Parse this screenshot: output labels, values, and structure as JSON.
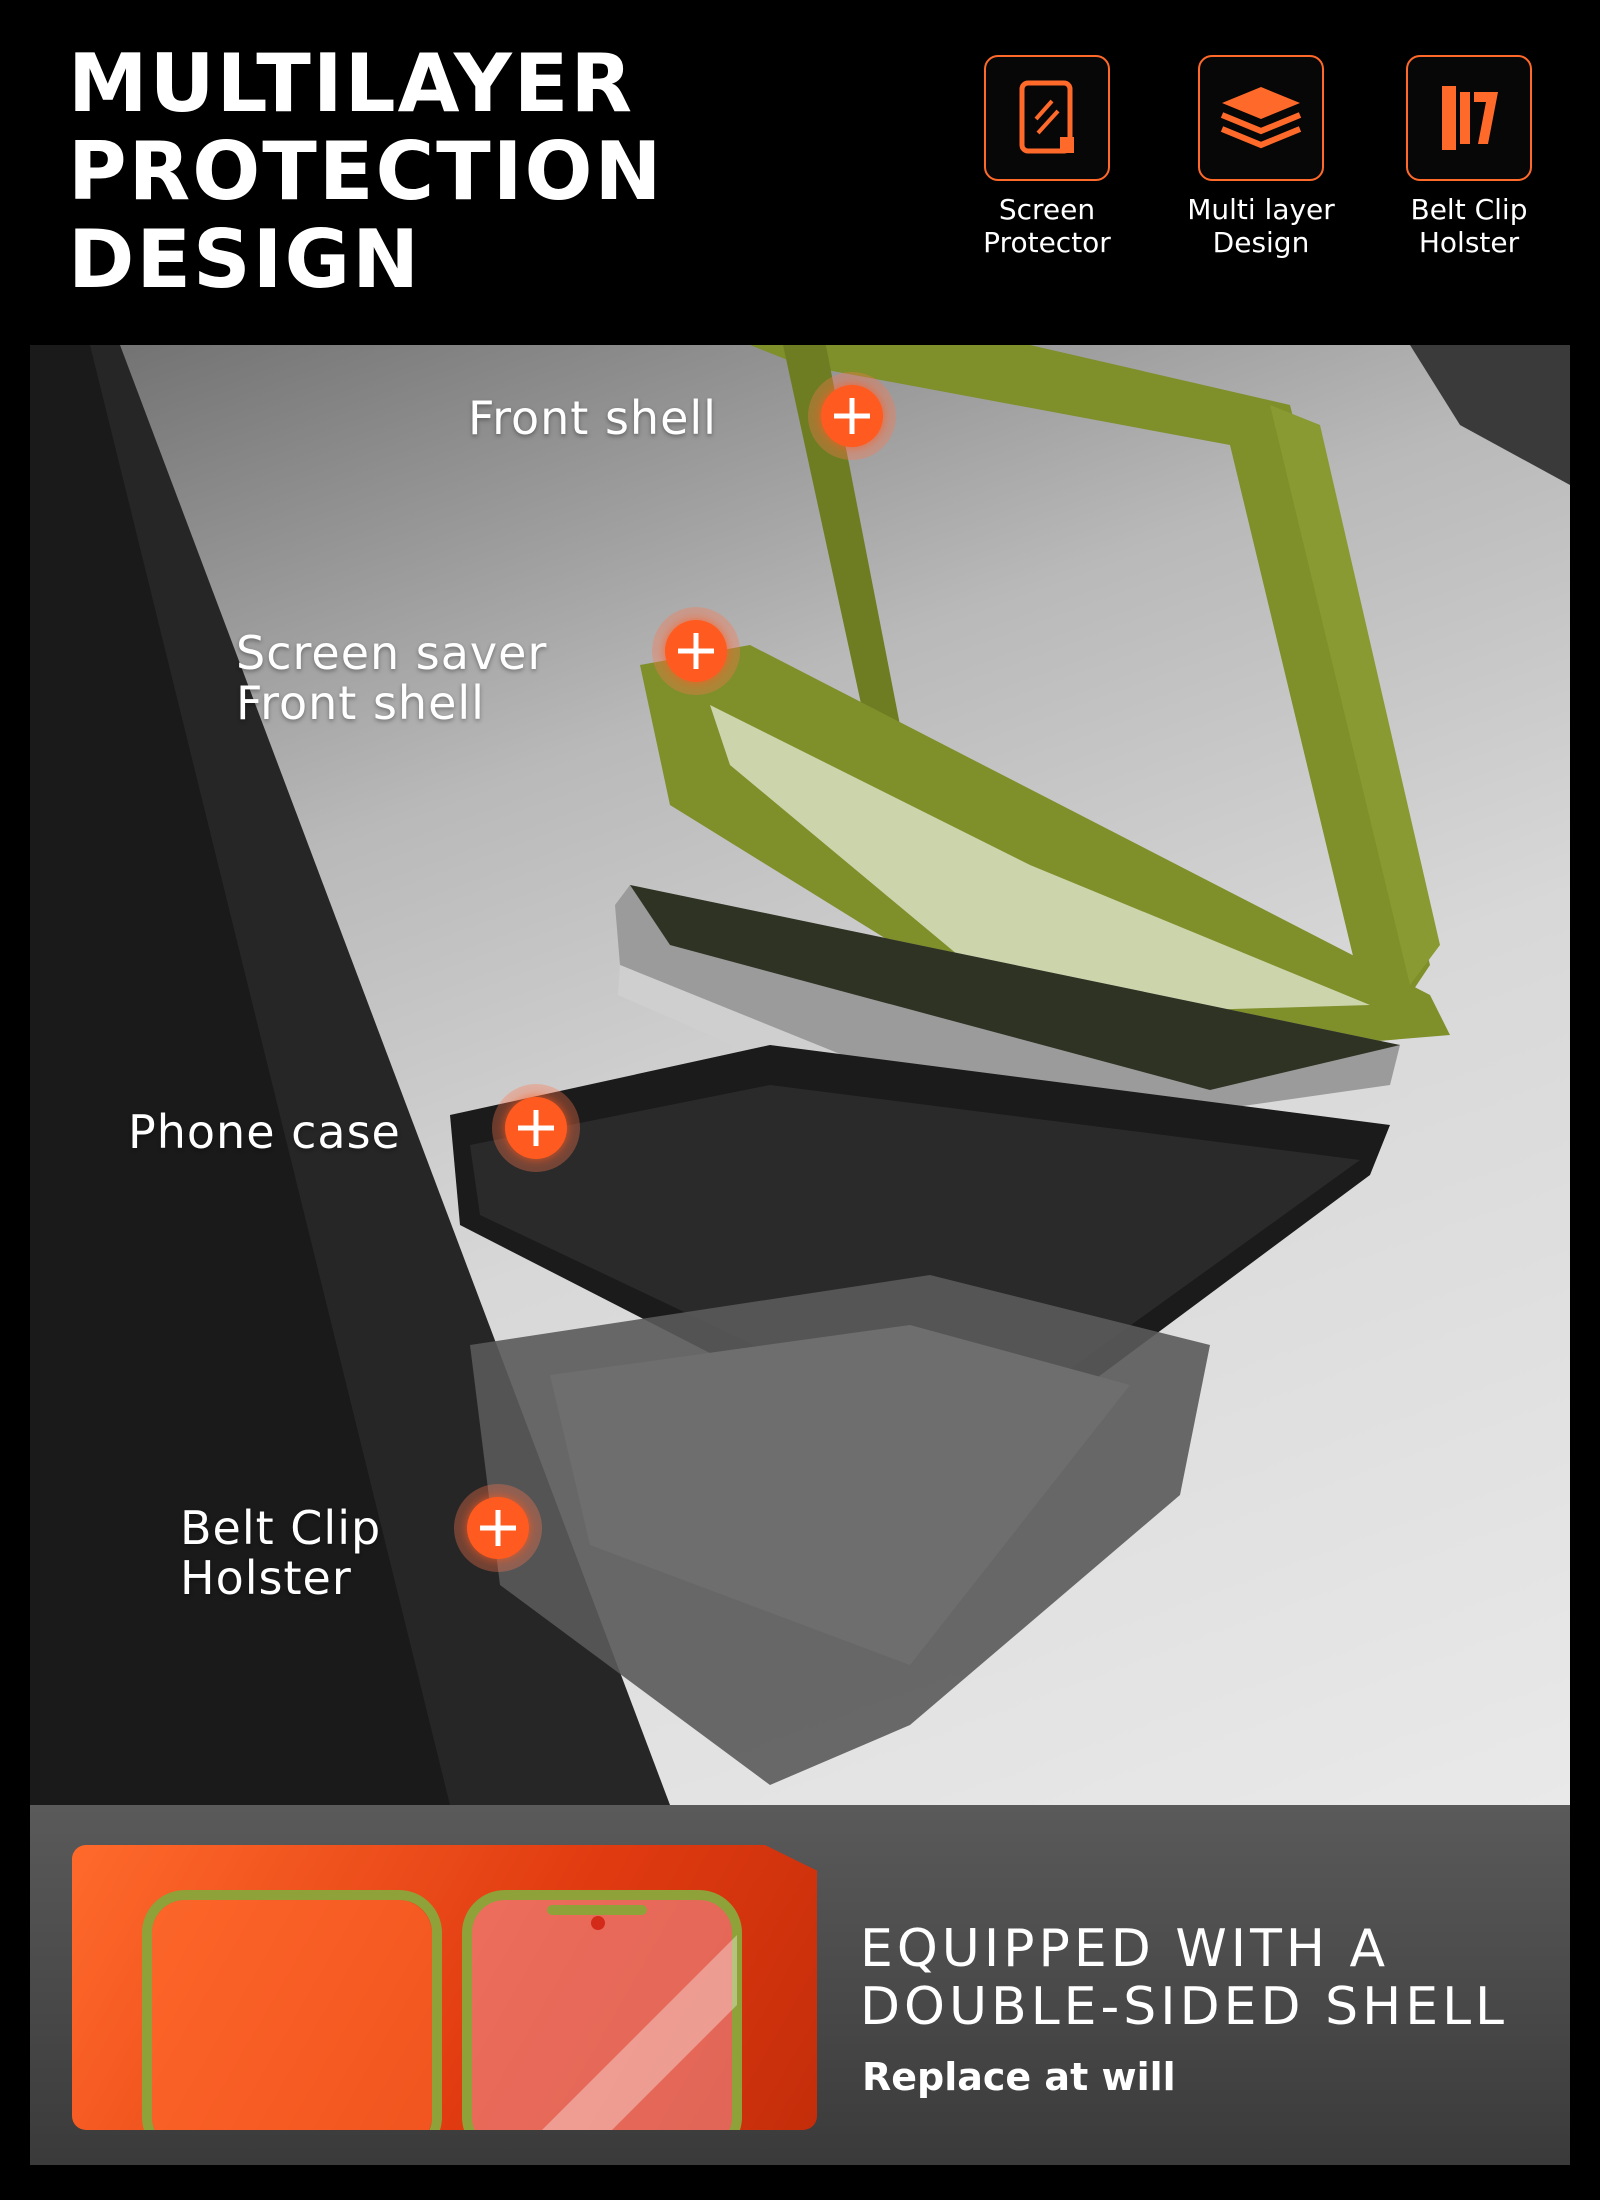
{
  "header": {
    "headline_lines": [
      "MULTILAYER",
      "PROTECTION",
      "DESIGN"
    ],
    "features": [
      {
        "icon": "screen-protector-icon",
        "label_lines": [
          "Screen",
          "Protector"
        ]
      },
      {
        "icon": "layers-icon",
        "label_lines": [
          "Multi layer",
          "Design"
        ]
      },
      {
        "icon": "belt-clip-icon",
        "label_lines": [
          "Belt Clip",
          "Holster"
        ]
      }
    ]
  },
  "callouts": {
    "front_shell": [
      "Front shell"
    ],
    "screen_saver": [
      "Screen saver",
      "Front shell"
    ],
    "phone_case": [
      "Phone case"
    ],
    "belt_clip": [
      "Belt Clip",
      "Holster"
    ]
  },
  "bottom": {
    "title_lines": [
      "EQUIPPED WITH A",
      "DOUBLE-SIDED SHELL"
    ],
    "subtitle": "Replace at will"
  },
  "colors": {
    "accent": "#ff5a1f",
    "shell_green": "#7f8f2a",
    "background": "#000000"
  }
}
